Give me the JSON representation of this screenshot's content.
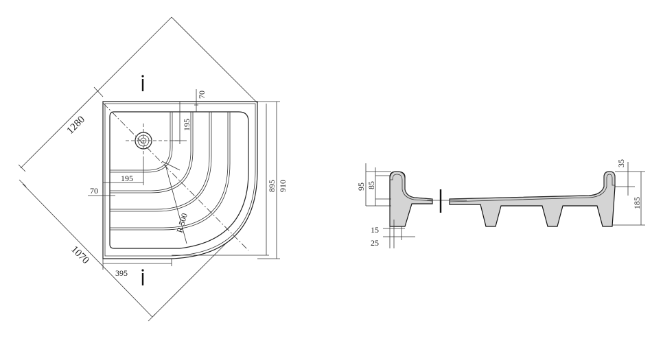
{
  "plan": {
    "diag_1280": "1280",
    "diag_1070": "1070",
    "d70_top": "70",
    "d195_vert": "195",
    "d195_horiz": "195",
    "d70_left": "70",
    "radius": "R 500",
    "d895": "895",
    "d910": "910",
    "d395": "395"
  },
  "section": {
    "d95": "95",
    "d85": "85",
    "d15": "15",
    "d25": "25",
    "d35": "35",
    "d185": "185"
  }
}
